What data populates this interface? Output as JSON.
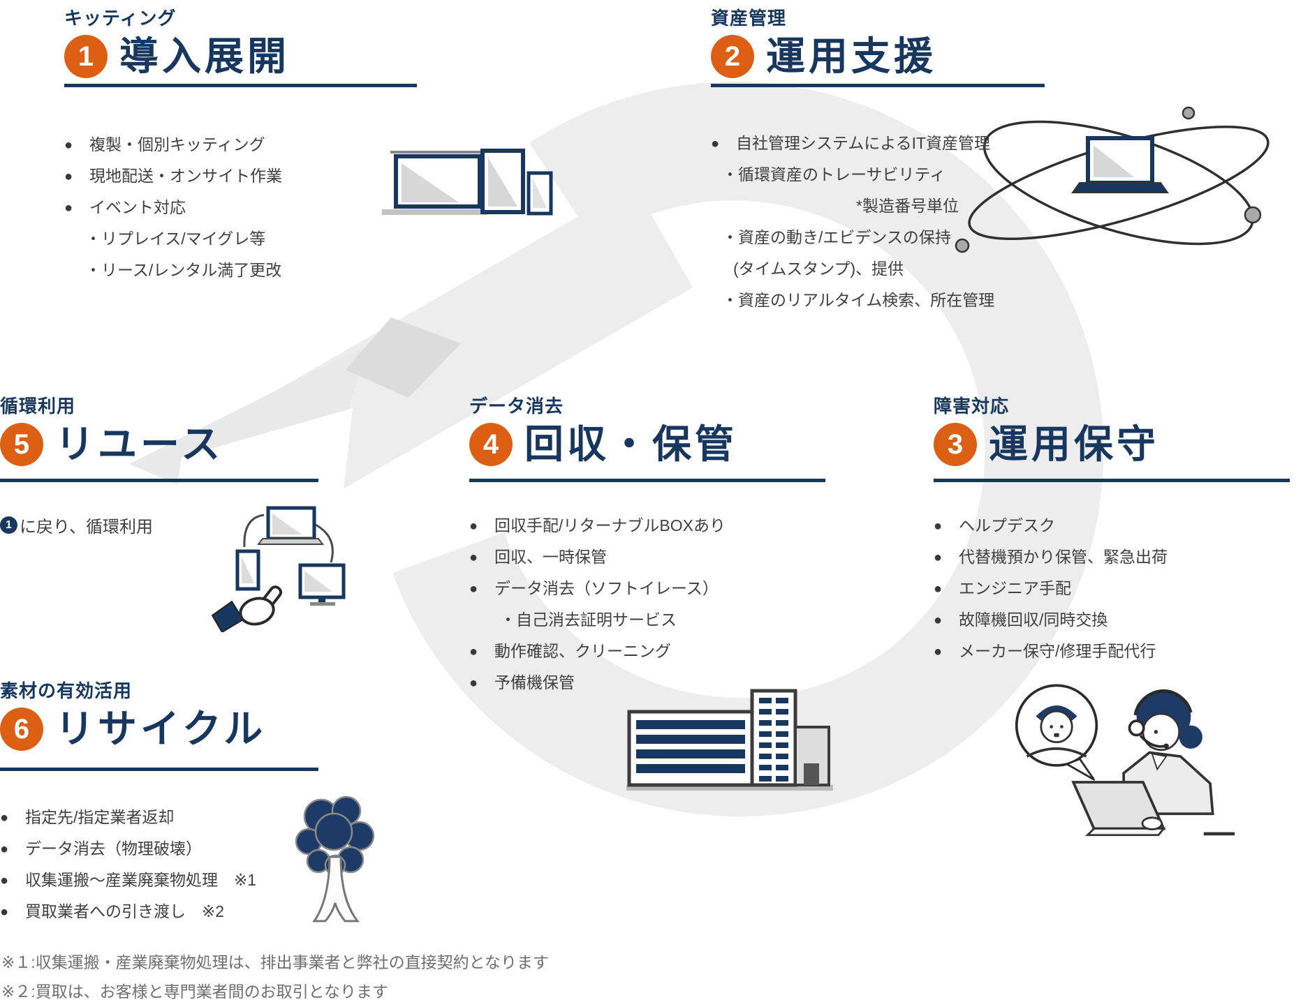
{
  "palette": {
    "navy": "#17375e",
    "orange": "#dd5f13",
    "body_text": "#3f3f3f",
    "footnote_gray": "#6f6f6f",
    "swoosh_gray": "#ededed",
    "icon_navy": "#1e3a66"
  },
  "glyphs": {
    "bullet": "●"
  },
  "sections": {
    "deployment": {
      "tag": "キッティング",
      "num": "1",
      "title": "導入展開",
      "items": [
        "複製・個別キッティング",
        "現地配送・オンサイト作業",
        "イベント対応",
        "・リプレイス/マイグレ等",
        "・リース/レンタル満了更改"
      ]
    },
    "operation_support": {
      "tag": "資産管理",
      "num": "2",
      "title": "運用支援",
      "items": [
        "自社管理システムによるIT資産管理",
        "・循環資産のトレーサビリティ",
        "*製造番号単位",
        "・資産の動き/エビデンスの保持",
        "(タイムスタンプ)、提供",
        "・資産のリアルタイム検索、所在管理"
      ]
    },
    "maintenance": {
      "tag": "障害対応",
      "num": "3",
      "title": "運用保守",
      "items": [
        "ヘルプデスク",
        "代替機預かり保管、緊急出荷",
        "エンジニア手配",
        "故障機回収/同時交換",
        "メーカー保守/修理手配代行"
      ]
    },
    "collection_storage": {
      "tag": "データ消去",
      "num": "4",
      "title": "回収・保管",
      "items": [
        "回収手配/リターナブルBOXあり",
        "回収、一時保管",
        "データ消去（ソフトイレース）",
        "・自己消去証明サービス",
        "動作確認、クリーニング",
        "予備機保管"
      ]
    },
    "reuse": {
      "tag": "循環利用",
      "num": "5",
      "title": "リユース",
      "ref_num": "1",
      "note": "に戻り、循環利用"
    },
    "recycle": {
      "tag": "素材の有効活用",
      "num": "6",
      "title": "リサイクル",
      "items": [
        "指定先/指定業者返却",
        "データ消去（物理破壊）",
        "収集運搬～産業廃棄物処理　※1",
        "買取業者への引き渡し　※2"
      ]
    }
  },
  "icons": {
    "deployment": "devices-icon",
    "operation_support": "asset-orbit-icon",
    "maintenance": "helpdesk-operator-icon",
    "collection_storage": "warehouse-building-icon",
    "reuse": "reuse-cycle-hand-icon",
    "recycle": "tree-icon"
  },
  "footnotes": [
    "※１:収集運搬・産業廃棄物処理は、排出事業者と弊社の直接契約となります",
    "※２:買取は、お客様と専門業者間のお取引となります"
  ]
}
